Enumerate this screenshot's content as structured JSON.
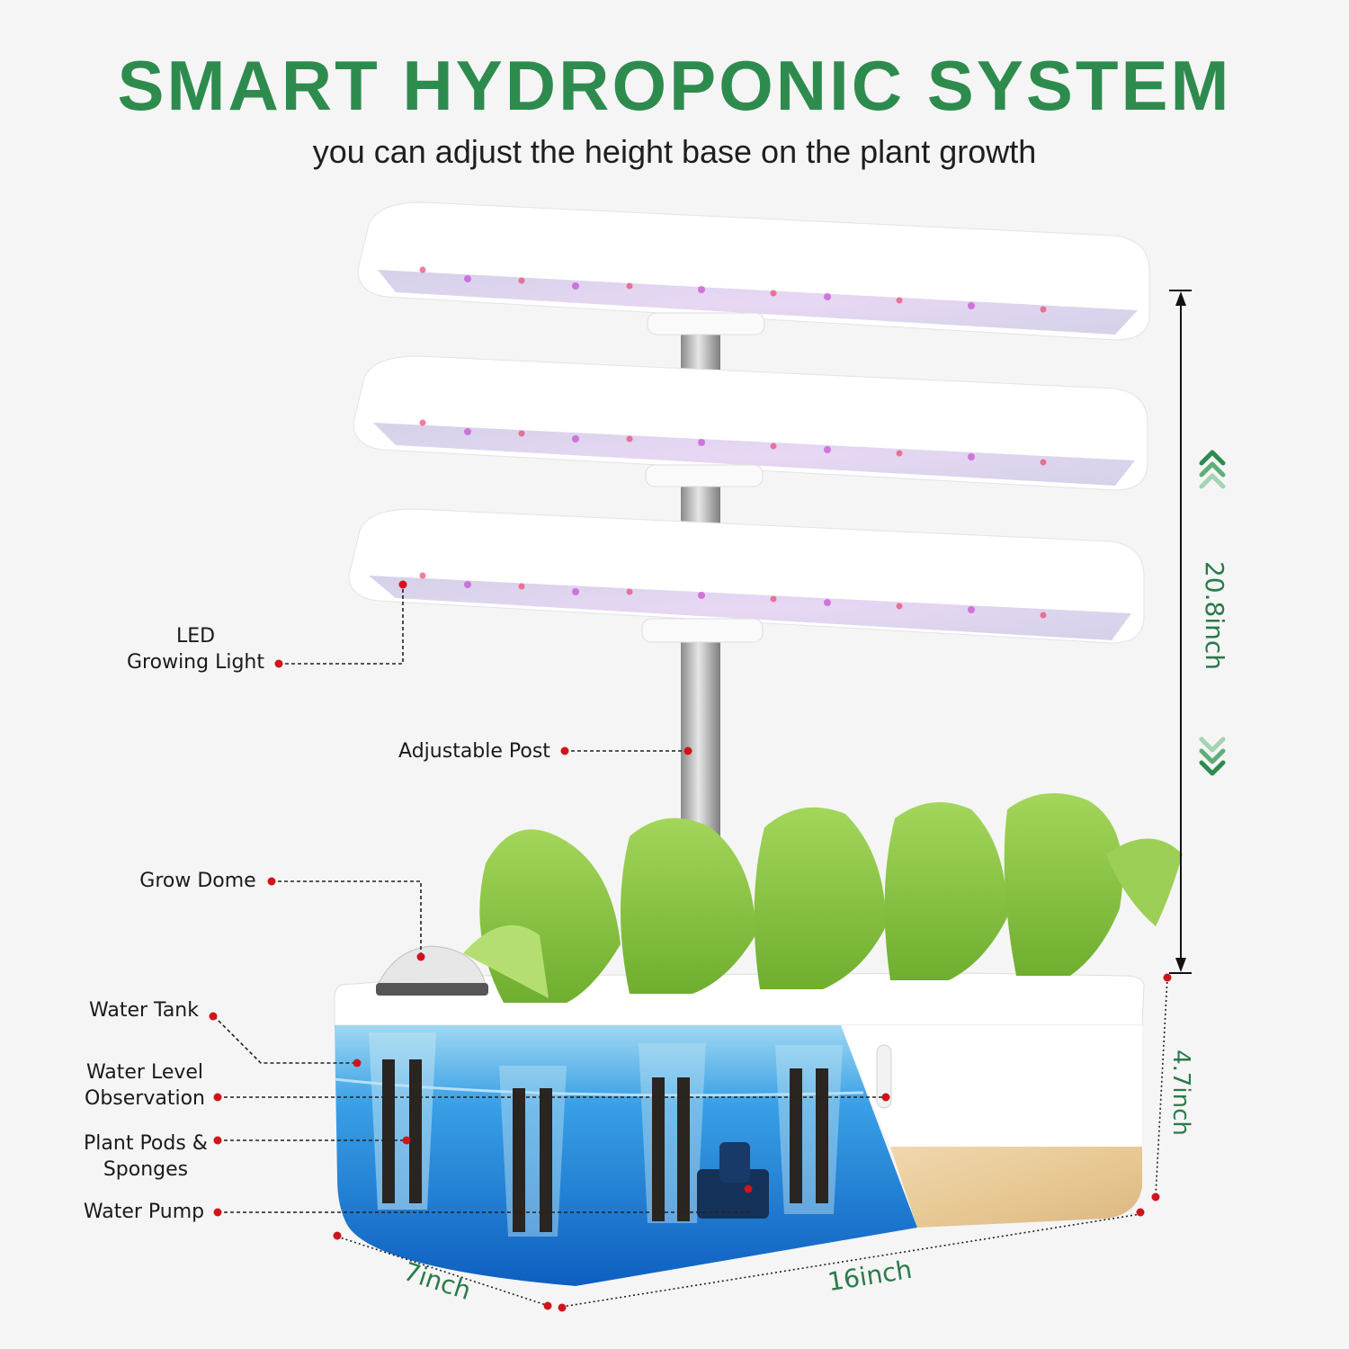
{
  "header": {
    "title": "SMART HYDROPONIC SYSTEM",
    "subtitle": "you can adjust the height base on the plant growth"
  },
  "callouts": [
    {
      "id": "led-growing-light",
      "line1": "LED",
      "line2": "Growing Light"
    },
    {
      "id": "adjustable-post",
      "line1": "Adjustable Post"
    },
    {
      "id": "grow-dome",
      "line1": "Grow Dome"
    },
    {
      "id": "water-tank",
      "line1": "Water Tank"
    },
    {
      "id": "water-level-observation",
      "line1": "Water Level",
      "line2": "Observation"
    },
    {
      "id": "plant-pods-sponges",
      "line1": "Plant Pods &",
      "line2": "Sponges"
    },
    {
      "id": "water-pump",
      "line1": "Water Pump"
    }
  ],
  "dimensions": {
    "height_max": "20.8inch",
    "tank_height": "4.7inch",
    "depth": "7inch",
    "length": "16inch"
  },
  "colors": {
    "title_green": "#2e8b4e",
    "dimension_green": "#2a7a4a",
    "callout_dot": "#d0141c",
    "water_blue": "#1877d6",
    "background": "#f5f5f5"
  },
  "product": {
    "light_panels": 3,
    "plants_visible": 5
  }
}
